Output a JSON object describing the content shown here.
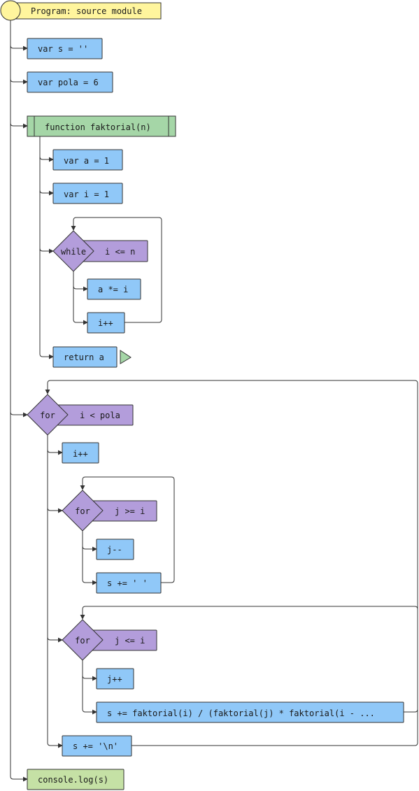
{
  "colors": {
    "statement": "#90c8f8",
    "loop": "#b39ddb",
    "function": "#a5d6a7",
    "program": "#fff59d",
    "output": "#c5e1a5",
    "line": "#333333"
  },
  "program": {
    "title": "Program: source module"
  },
  "statements": {
    "var_s": "var s = ''",
    "var_pola": "var pola = 6"
  },
  "function": {
    "signature": "function faktorial(n)",
    "var_a": "var a = 1",
    "var_i": "var i = 1",
    "while_keyword": "while",
    "while_condition": "i <= n",
    "a_mul": "a *= i",
    "i_inc": "i++",
    "return": "return a"
  },
  "outer_for": {
    "keyword": "for",
    "condition": "i < pola",
    "i_inc": "i++"
  },
  "inner_for_1": {
    "keyword": "for",
    "condition": "j >= i",
    "j_dec": "j--",
    "s_space": "s += ' '"
  },
  "inner_for_2": {
    "keyword": "for",
    "condition": "j <= i",
    "j_inc": "j++",
    "s_expr": "s += faktorial(i) / (faktorial(j) * faktorial(i - ..."
  },
  "newline": "s += '\\n'",
  "console": "console.log(s)"
}
